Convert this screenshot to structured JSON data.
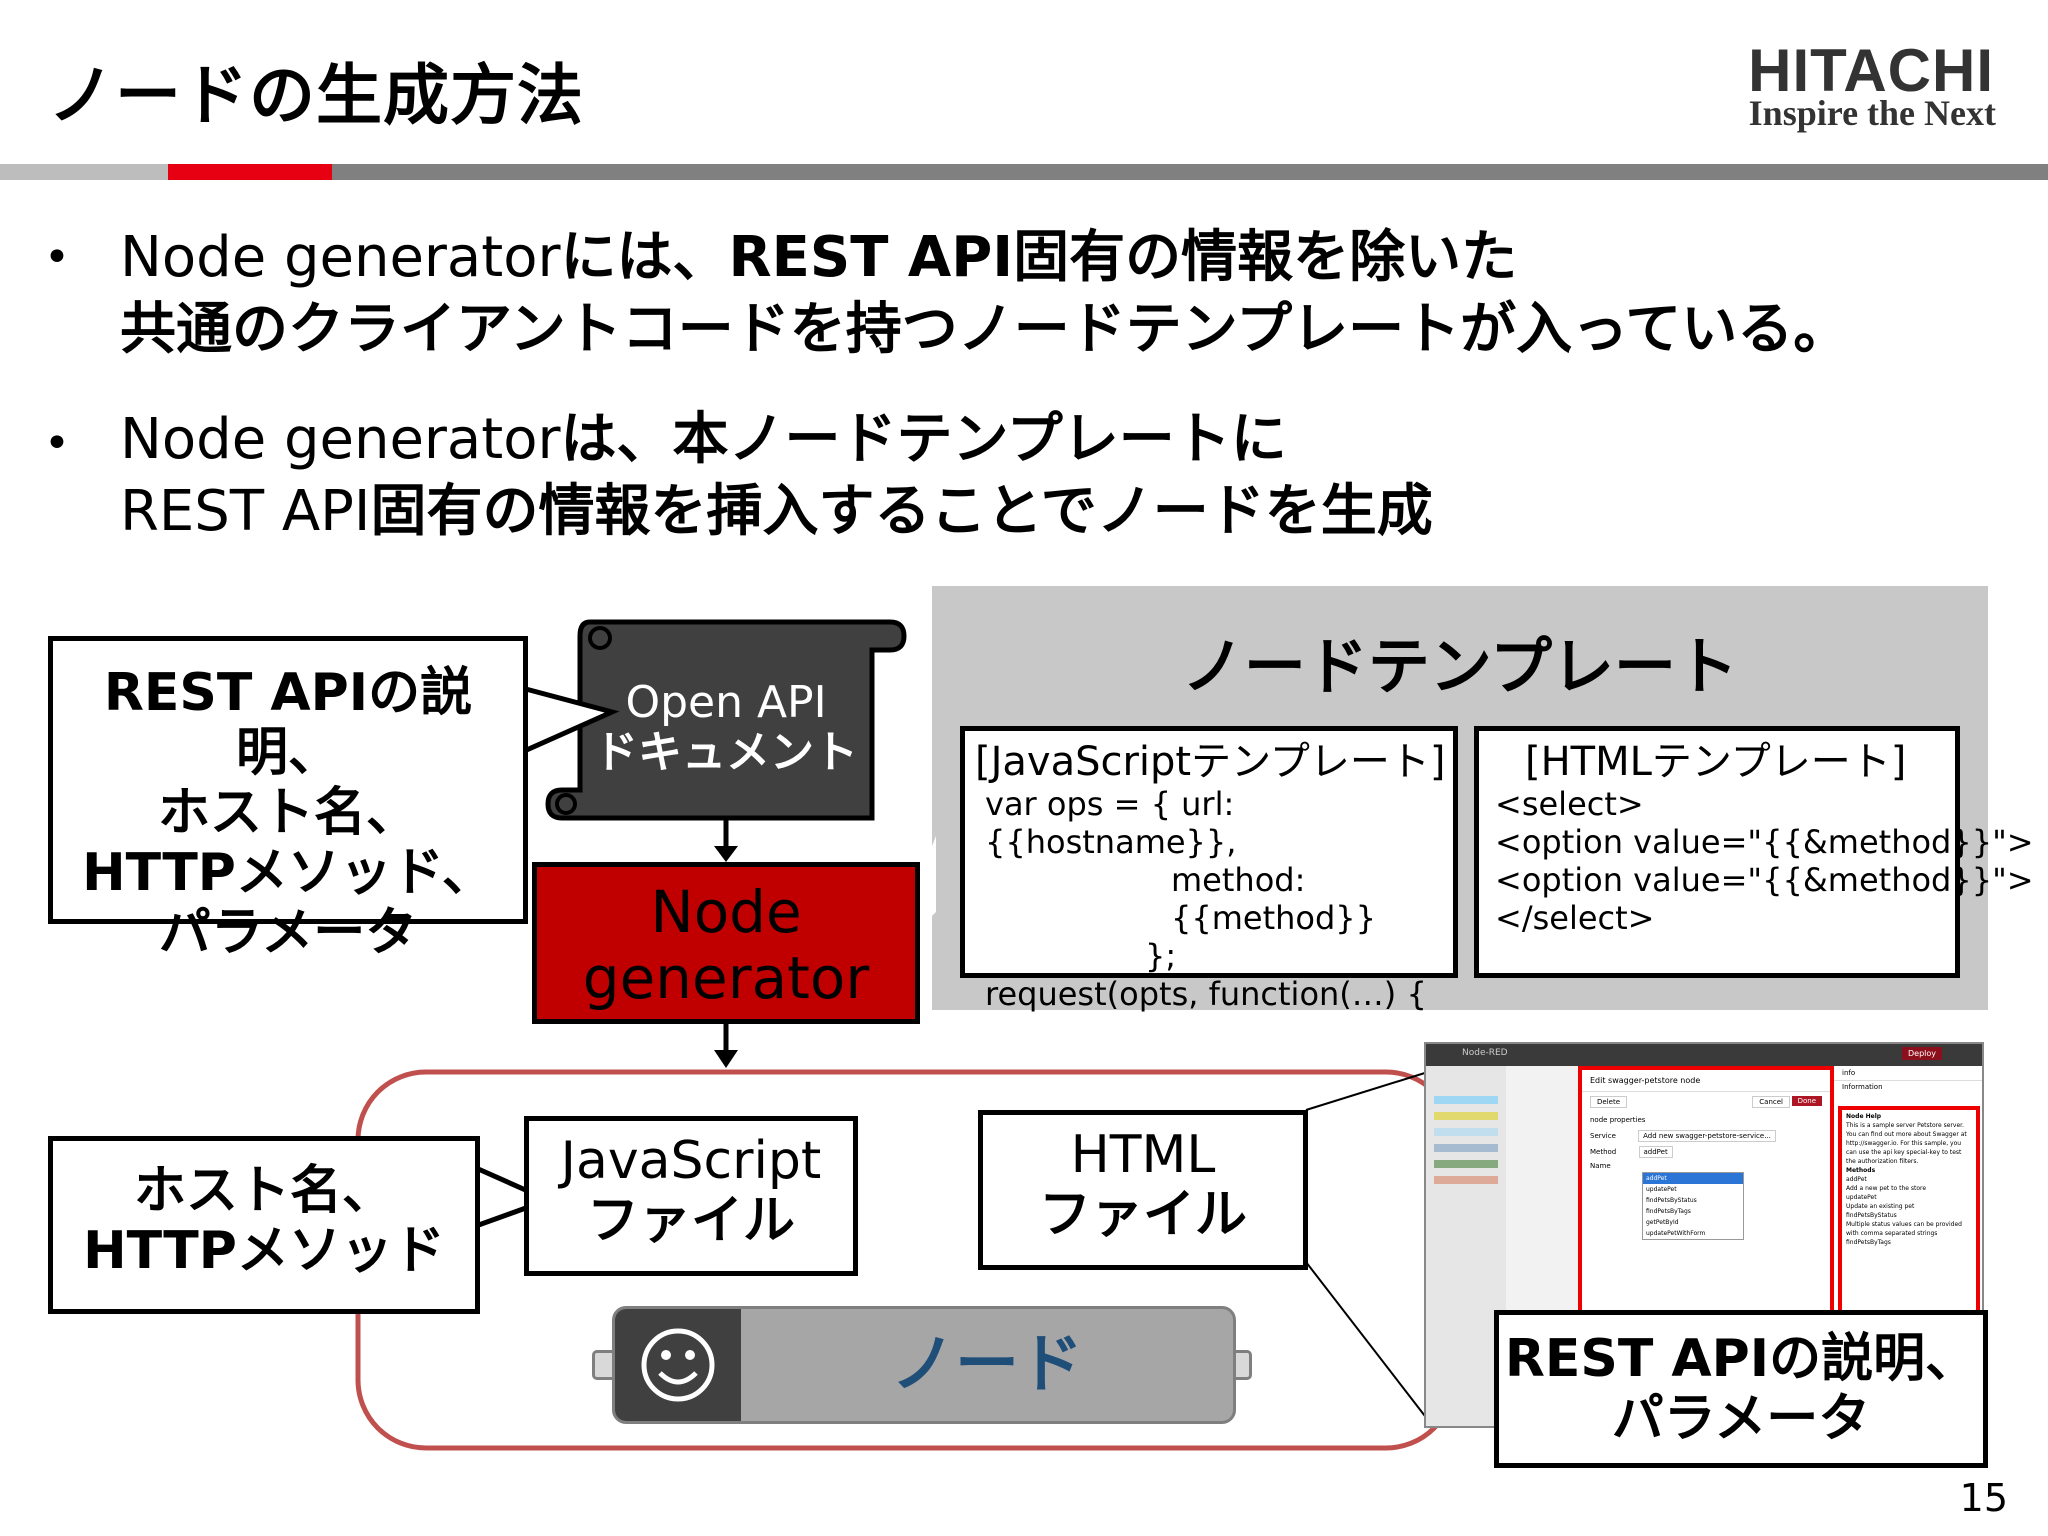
{
  "header": {
    "title": "ノードの生成方法",
    "logo_name": "HITACHI",
    "logo_tagline": "Inspire the Next"
  },
  "bullets": [
    {
      "line1_prefix": "Node generator",
      "line1_rest": "には、REST API固有の情報を除いた",
      "line2": "共通のクライアントコードを持つノードテンプレートが入っている。"
    },
    {
      "line1_prefix": "Node generator",
      "line1_rest": "は、本ノードテンプレートに",
      "line2_prefix": "REST API",
      "line2_rest": "固有の情報を挿入することでノードを生成"
    }
  ],
  "bullet_symbol": "•",
  "callout_top": {
    "l1": "REST APIの説明、",
    "l2": "ホスト名、",
    "l3": "HTTPメソッド、",
    "l4": "パラメータ"
  },
  "openapi_doc": {
    "l1": "Open API",
    "l2": "ドキュメント"
  },
  "node_generator": {
    "l1": "Node",
    "l2": "generator"
  },
  "template_panel": {
    "title": "ノードテンプレート",
    "js": {
      "header": "[JavaScriptテンプレート]",
      "lines": [
        "var ops = { url: {{hostname}},",
        "method: {{method}}",
        "};",
        "request(opts, function(…) {"
      ]
    },
    "html": {
      "header": "[HTMLテンプレート]",
      "lines": [
        "<select>",
        "<option value=\"{{&method}}\">",
        "<option value=\"{{&method}}\">",
        "</select>"
      ]
    }
  },
  "callout_bottom_left": {
    "l1": "ホスト名、",
    "l2": "HTTPメソッド"
  },
  "js_file": {
    "l1": "JavaScript",
    "l2": "ファイル"
  },
  "html_file": {
    "l1": "HTML",
    "l2": "ファイル"
  },
  "node": {
    "label": "ノード",
    "icon": "smiley-icon"
  },
  "callout_bottom_right": {
    "l1": "REST APIの説明、",
    "l2": "パラメータ"
  },
  "screenshot": {
    "app_title": "Node-RED",
    "deploy": "Deploy",
    "tab_info": "info",
    "dialog_title": "Edit swagger-petstore node",
    "delete": "Delete",
    "cancel": "Cancel",
    "done": "Done",
    "node_properties": "node properties",
    "service_label": "Service",
    "service_value": "Add new swagger-petstore-service...",
    "method_label": "Method",
    "method_value": "addPet",
    "name_label": "Name",
    "method_options": [
      "addPet",
      "updatePet",
      "findPetsByStatus",
      "findPetsByTags",
      "getPetById",
      "updatePetWithForm"
    ],
    "info_heading": "Information",
    "node_help": "Node Help",
    "help_text": "This is a sample server Petstore server. You can find out more about Swagger at http://swagger.io. For this sample, you can use the api key special-key to test the authorization filters.",
    "methods_heading": "Methods",
    "help_methods": [
      "addPet",
      "Add a new pet to the store",
      "updatePet",
      "Update an existing pet",
      "findPetsByStatus",
      "Multiple status values can be provided with comma separated strings",
      "findPetsByTags"
    ]
  },
  "page_number": "15",
  "colors": {
    "accent_red": "#e60012",
    "generator_red": "#c00000",
    "panel_gray": "#c8c8c8",
    "container_red": "#c0504d",
    "node_text_blue": "#1f4e79"
  }
}
